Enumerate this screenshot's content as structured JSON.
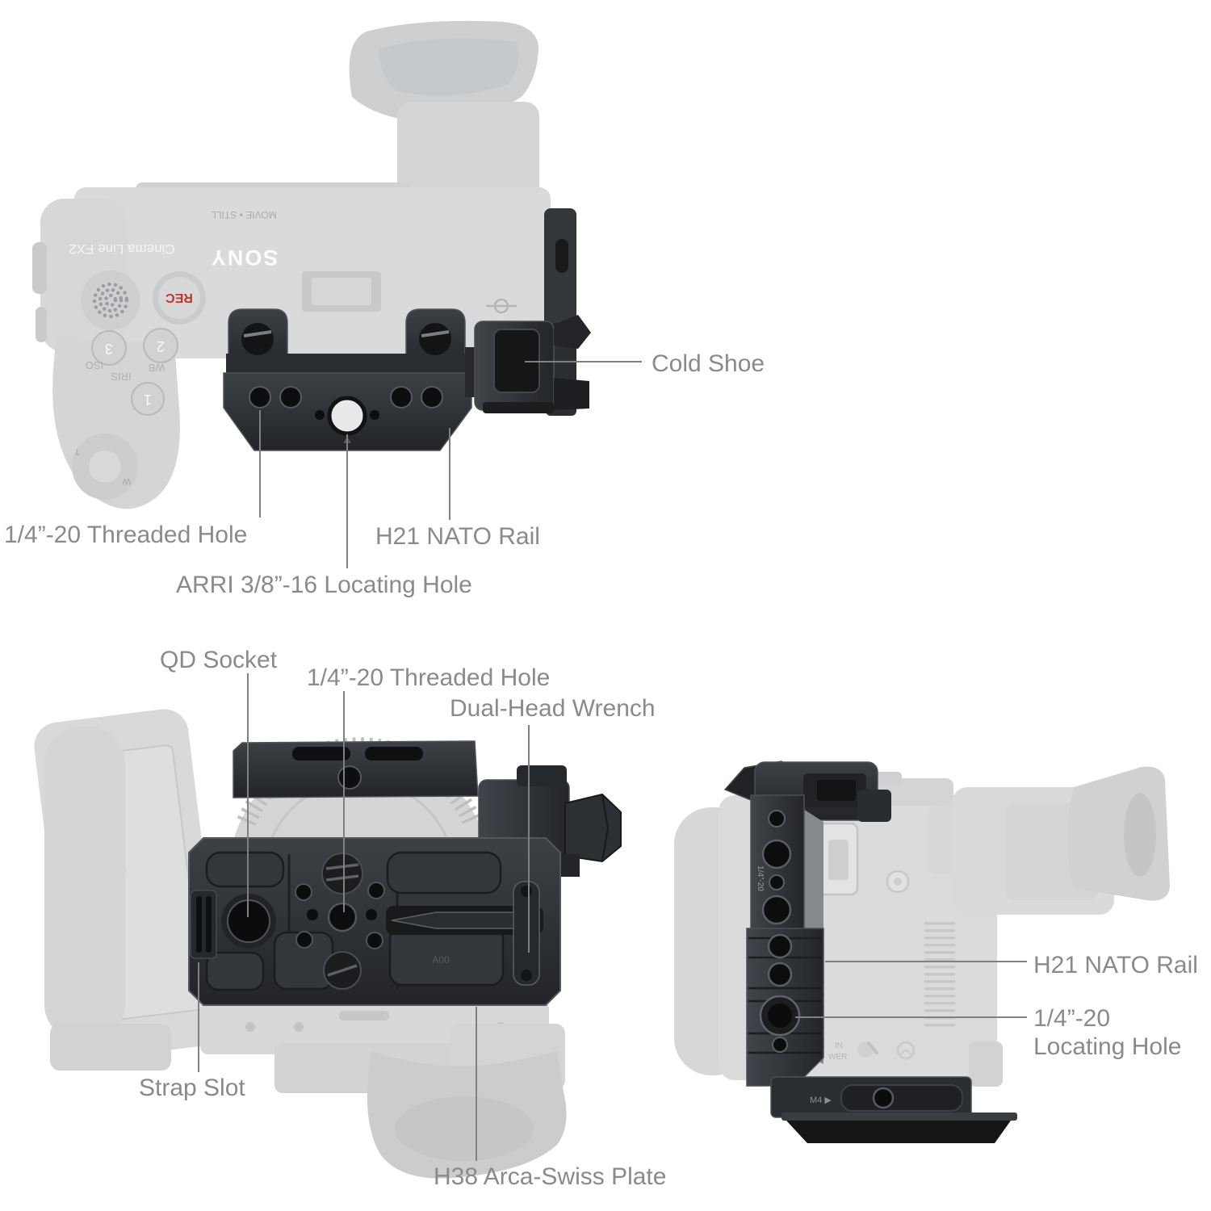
{
  "colors": {
    "background": "#ffffff",
    "label_gray": "#8a8a8a",
    "leader_line": "#808080",
    "accessory_dark": "#2e3134",
    "accessory_darker": "#1b1d1f",
    "ghost_light": "#d9dadc",
    "rec_red": "#c2352b"
  },
  "top_view": {
    "callouts": {
      "cold_shoe": "Cold Shoe",
      "threaded_hole": "1/4”-20 Threaded Hole",
      "nato_rail": "H21 NATO Rail",
      "arri_hole": "ARRI 3/8”-16 Locating Hole"
    },
    "markings": {
      "brand": "SONY",
      "model": "Cinema Line FX2",
      "rec": "REC",
      "mode": "MOVIE   •   STILL",
      "btn3": "3",
      "btn2": "2",
      "btn1": "1",
      "iso": "ISO",
      "wb": "WB",
      "iris": "IRIS",
      "tele": "T",
      "wide": "W"
    }
  },
  "bottom_view": {
    "callouts": {
      "qd_socket": "QD Socket",
      "threaded_hole": "1/4”-20 Threaded Hole",
      "wrench": "Dual-Head Wrench",
      "strap_slot": "Strap Slot",
      "arca_plate": "H38 Arca-Swiss Plate"
    },
    "markings": {
      "code": "A00"
    }
  },
  "side_view": {
    "callouts": {
      "nato_rail": "H21 NATO Rail",
      "locating_line1": "1/4”-20",
      "locating_line2": "Locating Hole"
    },
    "markings": {
      "thread": "1/4”-20",
      "m4": "M4 ▶",
      "port_fragment1": "IN",
      "port_fragment2": "WER"
    }
  }
}
